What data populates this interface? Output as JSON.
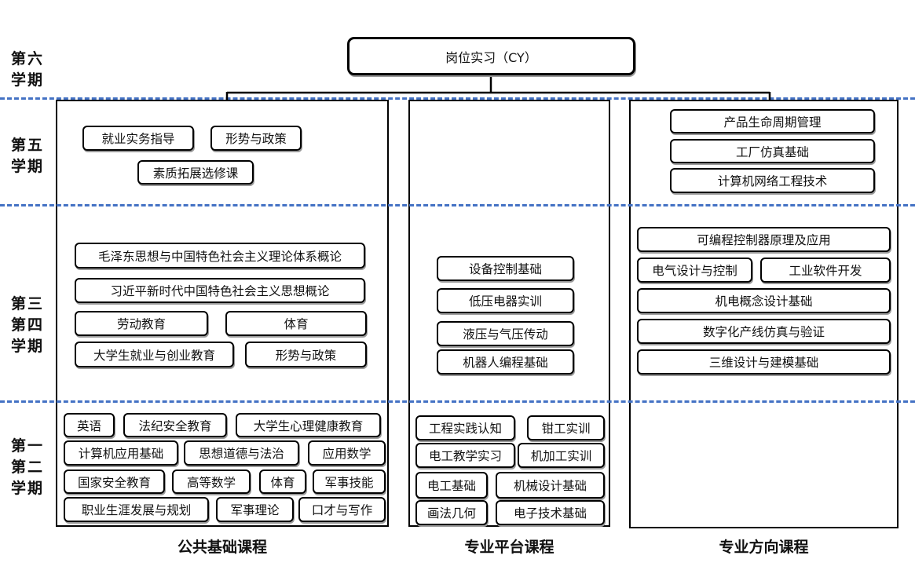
{
  "top": {
    "label": "岗位实习（CY）"
  },
  "semesters": {
    "s6": [
      "第六",
      "学期"
    ],
    "s5": [
      "第五",
      "学期"
    ],
    "s34": [
      "第三",
      "第四",
      "学期"
    ],
    "s12": [
      "第一",
      "第二",
      "学期"
    ]
  },
  "columns": {
    "public": "公共基础课程",
    "platform": "专业平台课程",
    "direction": "专业方向课程"
  },
  "courses": {
    "public_s5": [
      "就业实务指导",
      "形势与政策",
      "素质拓展选修课"
    ],
    "public_s34": [
      "毛泽东思想与中国特色社会主义理论体系概论",
      "习近平新时代中国特色社会主义思想概论",
      "劳动教育",
      "体育",
      "大学生就业与创业教育",
      "形势与政策"
    ],
    "public_s12": [
      "英语",
      "法纪安全教育",
      "大学生心理健康教育",
      "计算机应用基础",
      "思想道德与法治",
      "应用数学",
      "国家安全教育",
      "高等数学",
      "体育",
      "军事技能",
      "职业生涯发展与规划",
      "军事理论",
      "口才与写作"
    ],
    "platform_s34": [
      "设备控制基础",
      "低压电器实训",
      "液压与气压传动",
      "机器人编程基础"
    ],
    "platform_s12": [
      "工程实践认知",
      "钳工实训",
      "电工教学实习",
      "机加工实训",
      "电工基础",
      "机械设计基础",
      "画法几何",
      "电子技术基础"
    ],
    "direction_s5": [
      "产品生命周期管理",
      "工厂仿真基础",
      "计算机网络工程技术"
    ],
    "direction_s34": [
      "可编程控制器原理及应用",
      "电气设计与控制",
      "工业软件开发",
      "机电概念设计基础",
      "数字化产线仿真与验证",
      "三维设计与建模基础"
    ]
  },
  "colors": {
    "divider": "#4472c4",
    "border": "#000000"
  }
}
